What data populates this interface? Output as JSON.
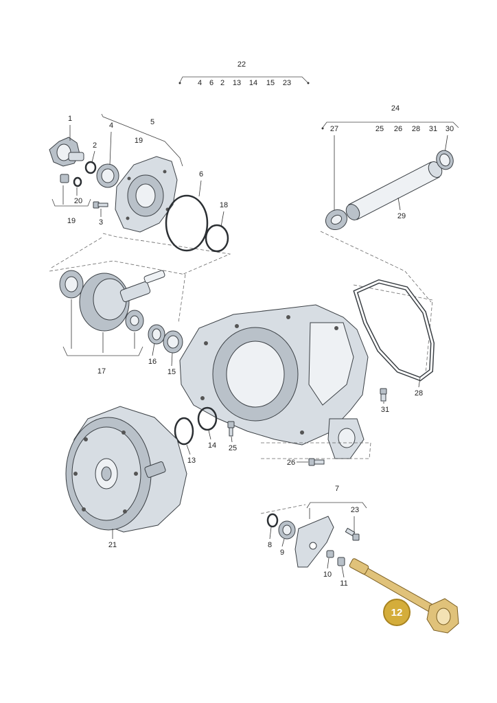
{
  "labels": {
    "p1": "1",
    "p2": "2",
    "p3": "3",
    "p4": "4",
    "p5": "5",
    "p6": "6",
    "p7": "7",
    "p8": "8",
    "p9": "9",
    "p10": "10",
    "p11": "11",
    "p13": "13",
    "p14": "14",
    "p15": "15",
    "p16": "16",
    "p17": "17",
    "p18": "18",
    "p19a": "19",
    "p19b": "19",
    "p20": "20",
    "p21": "21",
    "p22": "22",
    "p23": "23",
    "p24": "24",
    "p25": "25",
    "p26": "26",
    "p27": "27",
    "p28": "28",
    "p29": "29",
    "p30": "30",
    "p31": "31"
  },
  "group22": {
    "label": "22",
    "items": [
      "4",
      "6",
      "2",
      "13",
      "14",
      "15",
      "23"
    ]
  },
  "group24": {
    "label": "24",
    "items": [
      "27",
      "25",
      "26",
      "28",
      "31",
      "30"
    ]
  },
  "group7": {
    "label": "7",
    "items": [
      "23"
    ]
  },
  "highlight": {
    "label": "12",
    "color": "#d4ad3b"
  }
}
